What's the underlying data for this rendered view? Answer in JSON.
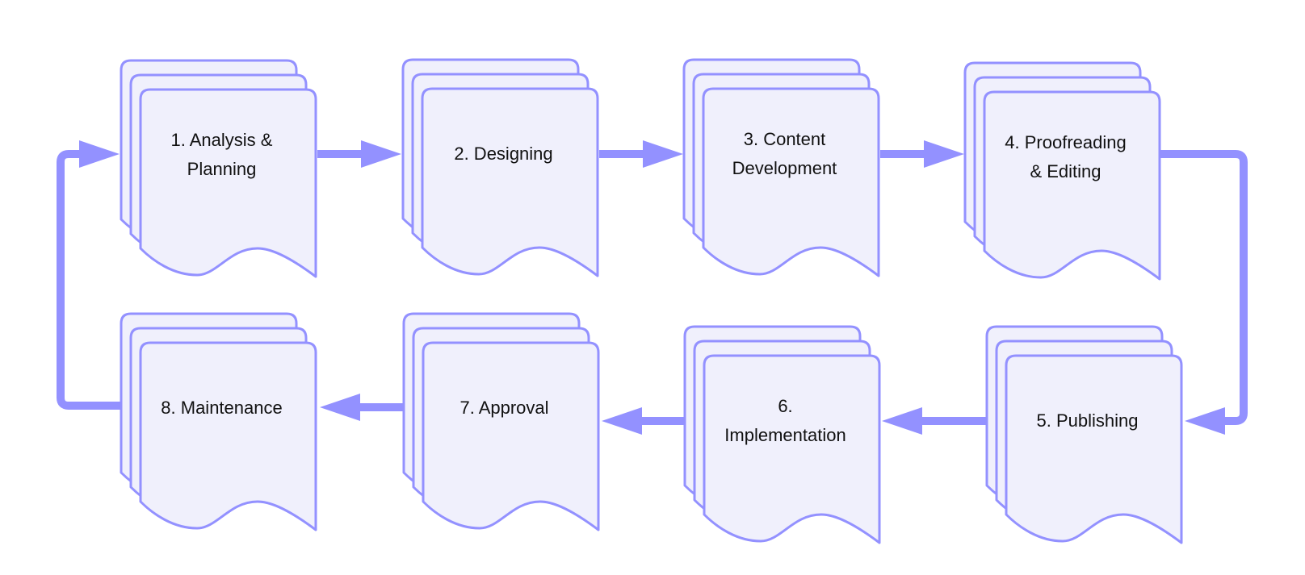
{
  "diagram": {
    "type": "cyclic-process-flow",
    "colors": {
      "stroke": "#9391ff",
      "fill": "#f0f0fc",
      "text": "#111111",
      "background": "#ffffff"
    },
    "steps": [
      {
        "id": 1,
        "label_lines": [
          "1. Analysis &",
          "Planning"
        ]
      },
      {
        "id": 2,
        "label_lines": [
          "2. Designing"
        ]
      },
      {
        "id": 3,
        "label_lines": [
          "3. Content",
          "Development"
        ]
      },
      {
        "id": 4,
        "label_lines": [
          "4. Proofreading",
          "& Editing"
        ]
      },
      {
        "id": 5,
        "label_lines": [
          "5. Publishing"
        ]
      },
      {
        "id": 6,
        "label_lines": [
          "6.",
          "Implementation"
        ]
      },
      {
        "id": 7,
        "label_lines": [
          "7. Approval"
        ]
      },
      {
        "id": 8,
        "label_lines": [
          "8. Maintenance"
        ]
      }
    ],
    "connections": [
      {
        "from": 1,
        "to": 2
      },
      {
        "from": 2,
        "to": 3
      },
      {
        "from": 3,
        "to": 4
      },
      {
        "from": 4,
        "to": 5
      },
      {
        "from": 5,
        "to": 6
      },
      {
        "from": 6,
        "to": 7
      },
      {
        "from": 7,
        "to": 8
      },
      {
        "from": 8,
        "to": 1
      }
    ]
  }
}
